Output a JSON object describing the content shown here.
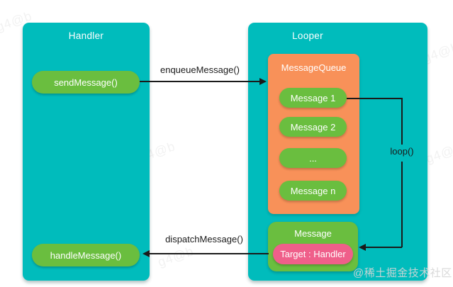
{
  "diagram": {
    "handler": {
      "title": "Handler",
      "send_label": "sendMessage()",
      "handle_label": "handleMessage()"
    },
    "looper": {
      "title": "Looper",
      "queue": {
        "title": "MessageQueue",
        "items": [
          "Message 1",
          "Message 2",
          "...",
          "Message n"
        ]
      },
      "message": {
        "title": "Message",
        "target_label": "Target : Handler"
      }
    },
    "arrows": {
      "enqueue": "enqueueMessage()",
      "dispatch": "dispatchMessage()",
      "loop": "loop()"
    }
  },
  "watermark": {
    "credit": "@稀土掘金技术社区",
    "tile": "g4@b"
  },
  "colors": {
    "teal": "#00bcbc",
    "green": "#6abe3f",
    "orange": "#f89159",
    "pink": "#ef5f8a",
    "arrow": "#1a1a1a",
    "credit_gray": "#d6d6d6"
  }
}
